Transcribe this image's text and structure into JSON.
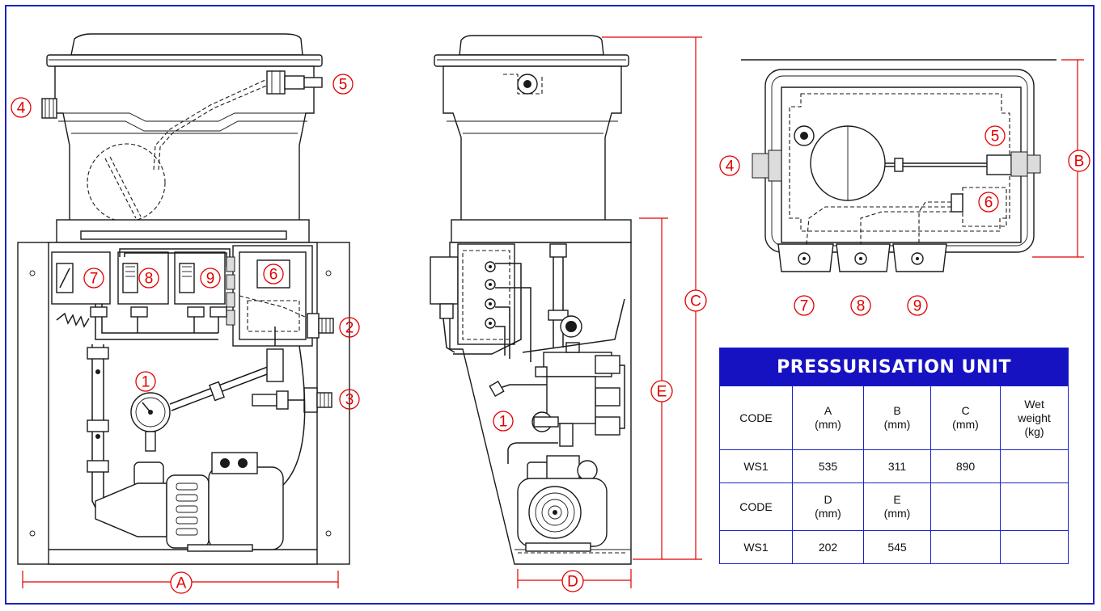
{
  "labels": {
    "n1": "1",
    "n2": "2",
    "n3": "3",
    "n4": "4",
    "n5": "5",
    "n6": "6",
    "n7": "7",
    "n8": "8",
    "n9": "9"
  },
  "dimensions": {
    "A": "A",
    "B": "B",
    "C": "C",
    "D": "D",
    "E": "E"
  },
  "table": {
    "title": "PRESSURISATION UNIT",
    "header1": [
      "CODE",
      "A\n(mm)",
      "B\n(mm)",
      "C\n(mm)",
      "Wet\nweight\n(kg)"
    ],
    "row1": [
      "WS1",
      "535",
      "311",
      "890",
      ""
    ],
    "header2": [
      "CODE",
      "D\n(mm)",
      "E\n(mm)",
      "",
      ""
    ],
    "row2": [
      "WS1",
      "202",
      "545",
      "",
      ""
    ]
  },
  "colors": {
    "frame": "#1b22c4",
    "table_title_bg": "#1612c2",
    "label_red": "#e10000"
  }
}
